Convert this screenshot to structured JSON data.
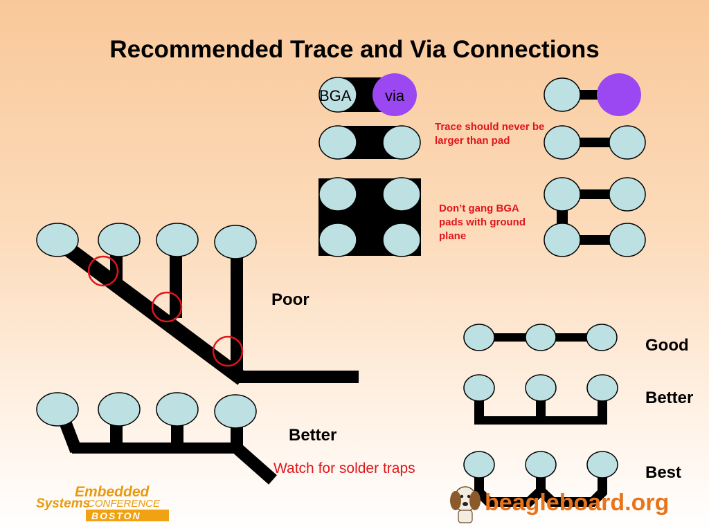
{
  "title": "Recommended Trace and Via Connections",
  "labels": {
    "bga": "BGA",
    "via": "via",
    "trace_note": "Trace should never be larger than pad",
    "gang_note": "Don’t gang BGA pads with ground plane",
    "poor": "Poor",
    "better_left": "Better",
    "solder_traps": "Watch for solder traps",
    "good": "Good",
    "better_right": "Better",
    "best": "Best"
  },
  "logos": {
    "esc_line1": "Embedded",
    "esc_line2": "Systems",
    "esc_conf": "CONFERENCE",
    "esc_city": "BOSTON",
    "beagle": "beagleboard.org"
  },
  "colors": {
    "pad": "#bde0e2",
    "via": "#9b48f2",
    "trace": "#000000",
    "warning": "#e0151c",
    "trap_marker": "#e0151c"
  }
}
